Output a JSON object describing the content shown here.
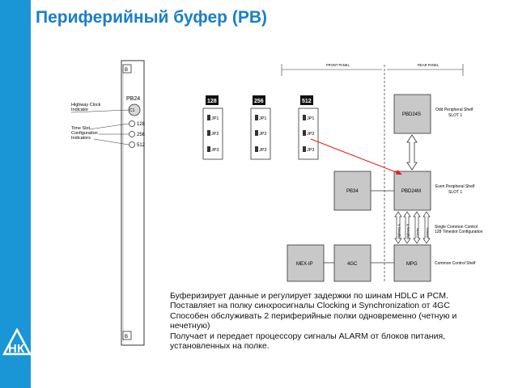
{
  "title": "Периферийный буфер (PB)",
  "card": {
    "name": "PB24",
    "labels": {
      "clock_indicator_line1": "Highway Clock",
      "clock_indicator_line2": "Indicator",
      "timeslot_line1": "Time Slot",
      "timeslot_line2": "Configuration",
      "timeslot_line3": "Indicators"
    },
    "leds": [
      "128",
      "256",
      "512"
    ],
    "top_mark": "B",
    "bottom_mark": "B"
  },
  "jumper_groups": [
    {
      "label": "128",
      "jumpers": [
        "JP1",
        "JP2",
        "JP3"
      ]
    },
    {
      "label": "256",
      "jumpers": [
        "JP1",
        "JP2",
        "JP3"
      ]
    },
    {
      "label": "512",
      "jumpers": [
        "JP1",
        "JP2",
        "JP3"
      ]
    }
  ],
  "shelf_diagram": {
    "front_panel": "FRONT PANEL",
    "rear_panel": "REAR PANEL",
    "blocks": {
      "pbd24s": "PBD24S",
      "pb34": "PB34",
      "pbd24m": "PBD24M",
      "mex_ip": "MEX-IP",
      "gc4": "4GC",
      "mpg": "MPG"
    },
    "annotations": {
      "odd_shelf_1": "Odd Peripheral Shelf",
      "odd_shelf_2": "SLOT 1",
      "even_shelf_1": "Even Peripheral Shelf",
      "even_shelf_2": "SLOT 1",
      "single_control_1": "Single Common Control",
      "single_control_2": "128 Timeslot Configuration",
      "common_control": "Common Control Shelf"
    },
    "bus_labels": [
      "Highway A",
      "Highway B",
      "Clocks",
      "Alarms"
    ]
  },
  "description": [
    "Буферизирует данные и регулирует задержки по шинам HDLC и PCM.",
    "Поставляет на полку синхросигналы Clocking и Synchronization от 4GC",
    "Способен обслуживать 2 периферийные полки одновременно (четную и нечетную)",
    "Получает и передает процессору сигналы ALARM от блоков питания, установленных на полке."
  ],
  "colors": {
    "sidebar": "#1a96d6",
    "title": "#1a7fc8",
    "block_fill": "#c8c8c8",
    "arrow": "#e02020"
  }
}
